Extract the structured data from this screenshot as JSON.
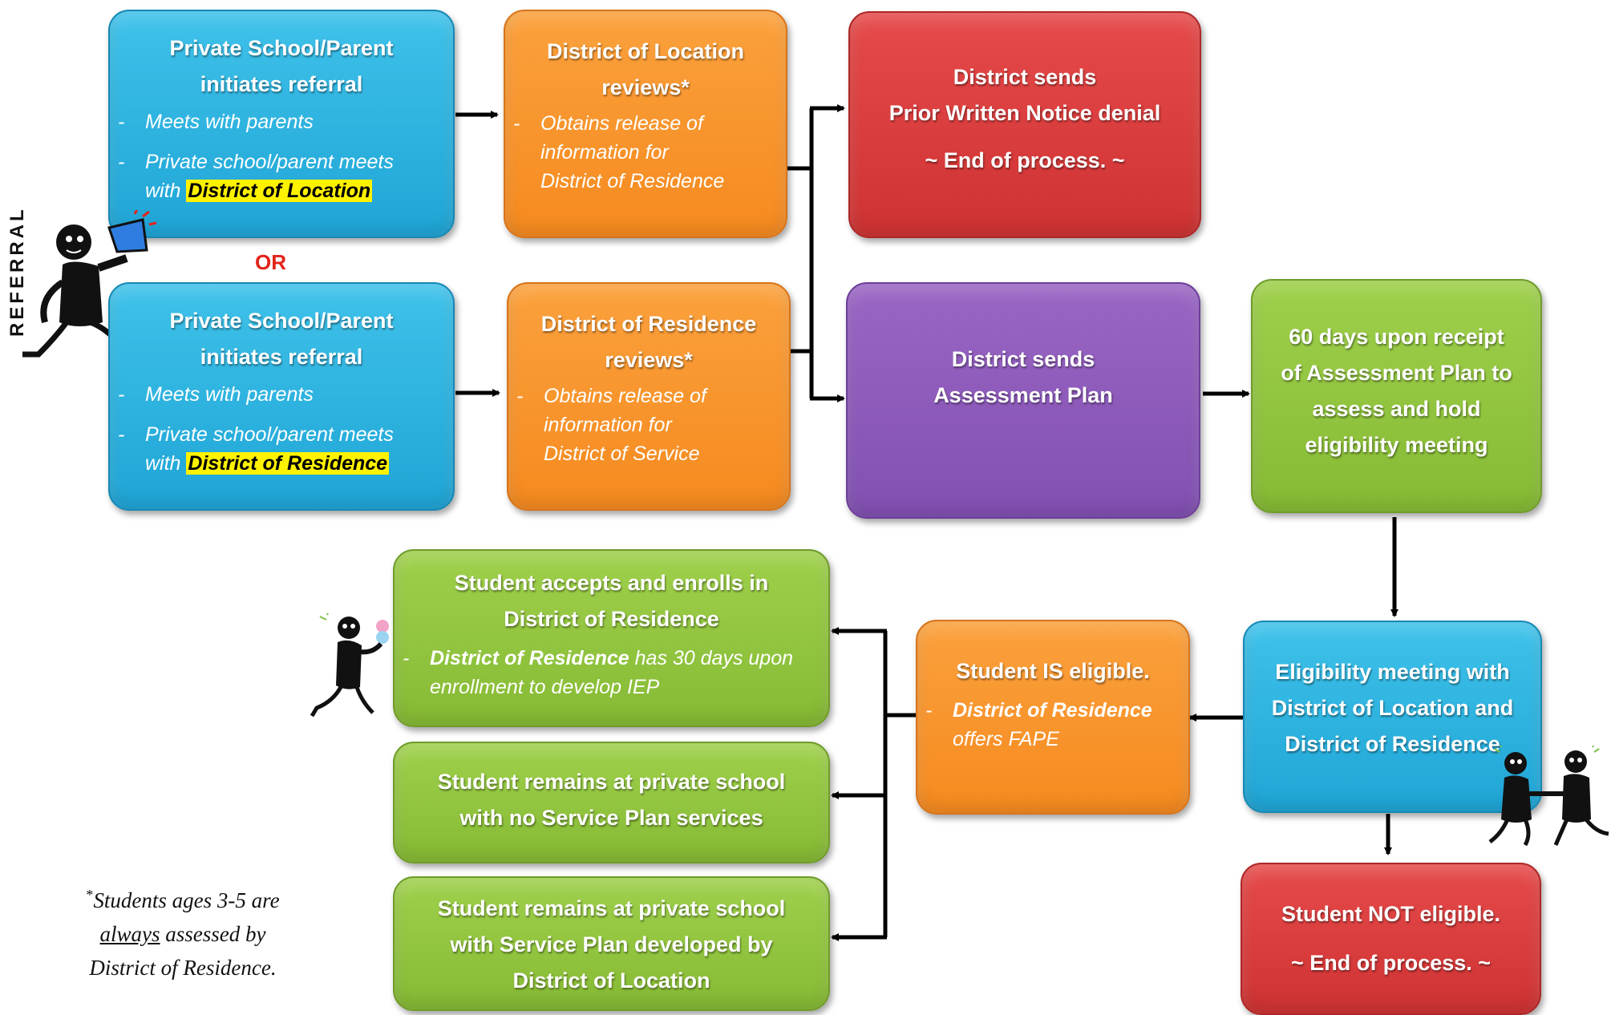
{
  "box_a": {
    "title": [
      "Private School/Parent",
      "initiates referral"
    ],
    "bullets": [
      {
        "text": "Meets with parents"
      },
      {
        "pre": "Private school/parent meets",
        "pre2": "with ",
        "hl": "District of Location"
      }
    ]
  },
  "or_label": "OR",
  "referral_label": "REFERRAL",
  "box_b": {
    "title": [
      "Private School/Parent",
      "initiates referral"
    ],
    "bullets": [
      {
        "text": "Meets with parents"
      },
      {
        "pre": "Private school/parent meets",
        "pre2": "with ",
        "hl": "District of Residence"
      }
    ]
  },
  "box_c": {
    "title": [
      "District of Location",
      "reviews*"
    ],
    "bullet": [
      "Obtains release of",
      "information for",
      "District of Residence"
    ]
  },
  "box_d": {
    "title": [
      "District of Residence",
      "reviews*"
    ],
    "bullet": [
      "Obtains release of",
      "information for",
      "District of Service"
    ]
  },
  "box_e": {
    "title": [
      "District sends",
      "Prior Written Notice denial"
    ],
    "end": "~ End of process. ~"
  },
  "box_f": {
    "title": [
      "District sends",
      "Assessment Plan"
    ]
  },
  "box_g": {
    "title": [
      "60 days upon receipt",
      "of Assessment Plan to",
      "assess and hold",
      "eligibility meeting"
    ]
  },
  "box_h": {
    "title": [
      "Eligibility meeting with",
      "District of Location and",
      "District of Residence"
    ]
  },
  "box_i": {
    "title": "Student NOT eligible.",
    "end": "~ End of process. ~"
  },
  "box_j": {
    "title": "Student IS eligible.",
    "bold": "District of Residence",
    "rest": "offers FAPE"
  },
  "box_k": {
    "title": [
      "Student accepts and enrolls in",
      "District of Residence"
    ],
    "bold": "District of Residence",
    "rest1": " has 30 days upon",
    "rest2": "enrollment to develop IEP"
  },
  "box_l": {
    "title": [
      "Student remains at private school",
      "with no Service Plan services"
    ]
  },
  "box_m": {
    "title": [
      "Student remains at private school",
      "with Service Plan developed by",
      "District of Location"
    ]
  },
  "footnote": {
    "star": "*",
    "line1": "Students ages 3-5 are",
    "u": "always",
    "line2rest": " assessed by",
    "line3": "District of Residence."
  }
}
